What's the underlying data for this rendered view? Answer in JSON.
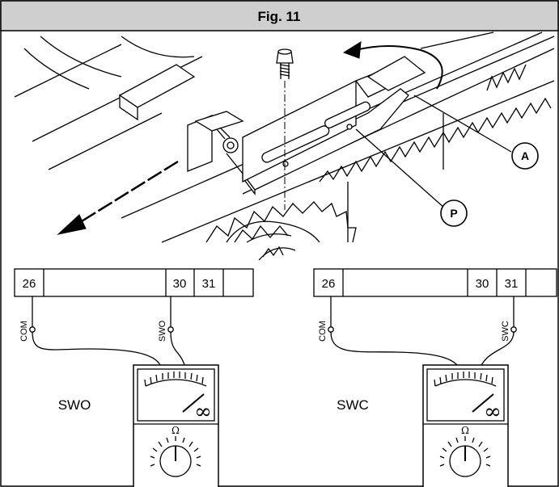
{
  "figure": {
    "title": "Fig. 11",
    "header_fill": "#cfcfcf",
    "callouts": [
      {
        "id": "A",
        "label": "A"
      },
      {
        "id": "P",
        "label": "P"
      }
    ]
  },
  "circuits": [
    {
      "id": "swo",
      "terminals": [
        "26",
        "",
        "30",
        "31",
        ""
      ],
      "wire_labels": {
        "left": "COM",
        "right": "SWO"
      },
      "meter_label": "SWO",
      "meter_symbol": "∞",
      "unit_symbol": "Ω"
    },
    {
      "id": "swc",
      "terminals": [
        "26",
        "",
        "30",
        "31",
        ""
      ],
      "wire_labels": {
        "left": "COM",
        "right": "SWC"
      },
      "meter_label": "SWC",
      "meter_symbol": "∞",
      "unit_symbol": "Ω"
    }
  ]
}
